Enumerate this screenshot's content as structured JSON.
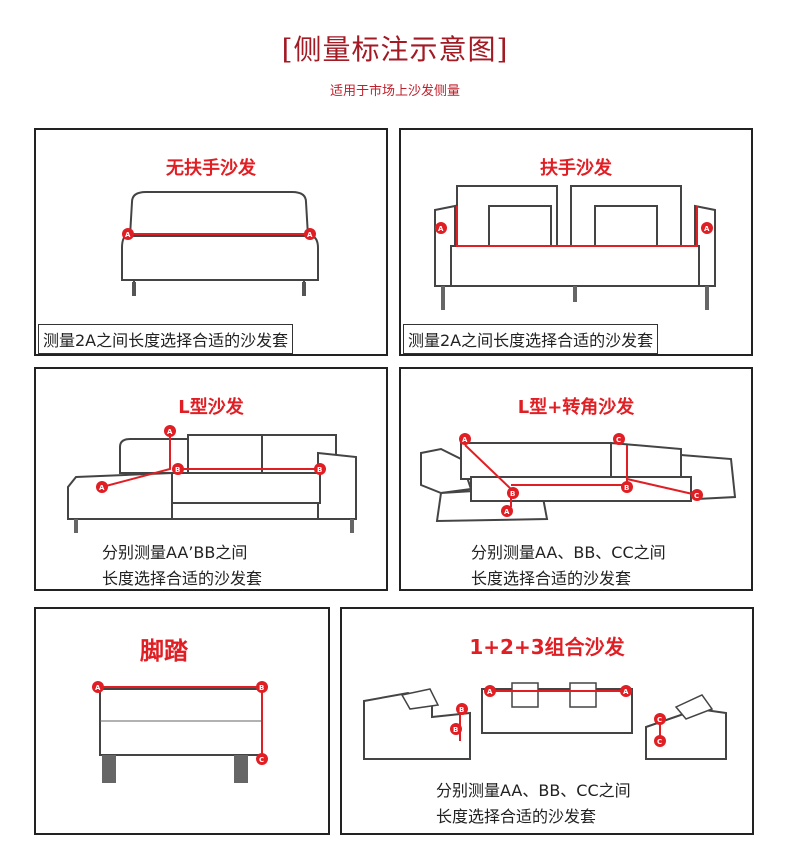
{
  "header": {
    "title": "[侧量标注示意图]",
    "subtitle": "适用于市场上沙发侧量"
  },
  "panels": [
    {
      "title": "无扶手沙发",
      "desc": "测量2A之间长度选择合适的沙发套"
    },
    {
      "title": "扶手沙发",
      "desc": "测量2A之间长度选择合适的沙发套"
    },
    {
      "title": "L型沙发",
      "desc_line1": "分别测量AA’BB之间",
      "desc_line2": "长度选择合适的沙发套"
    },
    {
      "title": "L型+转角沙发",
      "desc_line1": "分别测量AA、BB、CC之间",
      "desc_line2": "长度选择合适的沙发套"
    },
    {
      "title": "脚踏"
    },
    {
      "title": "1+2+3组合沙发",
      "desc_line1": "分别测量AA、BB、CC之间",
      "desc_line2": "长度选择合适的沙发套"
    }
  ],
  "markers": {
    "a": "A",
    "b": "B",
    "c": "C"
  },
  "colors": {
    "accent": "#e01f25",
    "title": "#a11a24",
    "border": "#222222"
  }
}
